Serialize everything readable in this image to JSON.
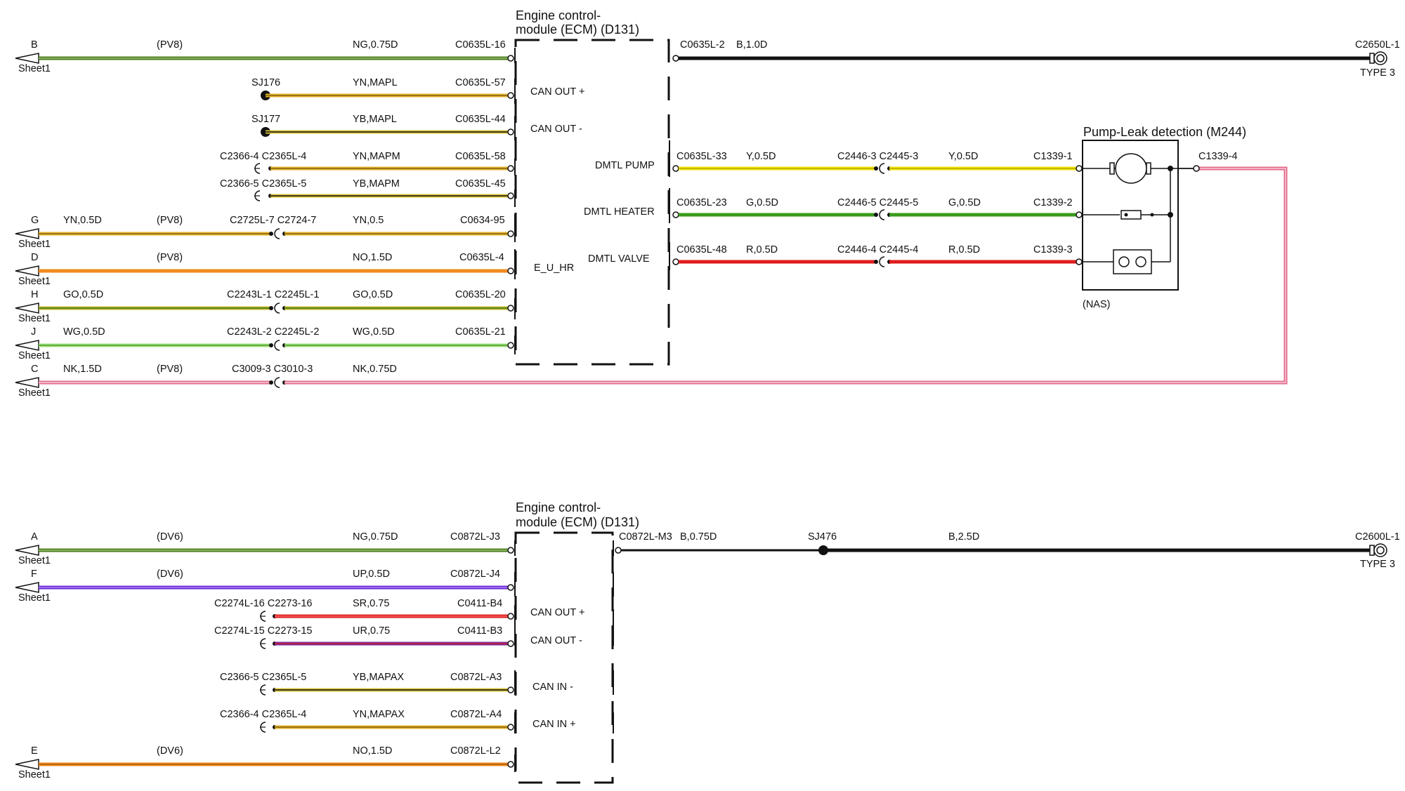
{
  "colors": {
    "black": "#111111",
    "green": "#3a9a1e",
    "dark_green": "#4f7a1f",
    "orange": "#f08a1c",
    "yellow": "#f2e600",
    "yellow_orange": "#e3b12c",
    "light_green": "#9fe07a",
    "pink": "#e06b8a",
    "red": "#e01b1b",
    "purple": "#6a2ad8",
    "violet": "#7a2a9a"
  },
  "ecm1": {
    "title_line1": "Engine control-",
    "title_line2": "module (ECM) (D131)",
    "pins": [
      "CAN OUT +",
      "CAN OUT -",
      "DMTL PUMP",
      "DMTL HEATER",
      "DMTL VALVE",
      "E_U_HR"
    ]
  },
  "ecm2": {
    "title_line1": "Engine control-",
    "title_line2": "module (ECM) (D131)",
    "pins": [
      "CAN OUT +",
      "CAN OUT -",
      "CAN IN -",
      "CAN IN +"
    ]
  },
  "pump": {
    "title": "Pump-Leak detection (M244)",
    "note": "(NAS)"
  },
  "sheet_label": "Sheet1",
  "type_label": "TYPE 3",
  "left_wires_top": [
    {
      "id": "B",
      "code": "",
      "option": "(PV8)",
      "mid_conn": "",
      "spec": "NG,0.75D",
      "ecm_pin": "C0635L-16"
    },
    {
      "id": "",
      "code": "",
      "option": "",
      "mid_conn": "SJ176",
      "spec": "YN,MAPL",
      "ecm_pin": "C0635L-57"
    },
    {
      "id": "",
      "code": "",
      "option": "",
      "mid_conn": "SJ177",
      "spec": "YB,MAPL",
      "ecm_pin": "C0635L-44"
    },
    {
      "id": "",
      "code": "",
      "option": "",
      "mid_conn": "C2366-4 C2365L-4",
      "spec": "YN,MAPM",
      "ecm_pin": "C0635L-58"
    },
    {
      "id": "",
      "code": "",
      "option": "",
      "mid_conn": "C2366-5 C2365L-5",
      "spec": "YB,MAPM",
      "ecm_pin": "C0635L-45"
    },
    {
      "id": "G",
      "code": "YN,0.5D",
      "option": "(PV8)",
      "mid_conn": "C2725L-7 C2724-7",
      "spec": "YN,0.5",
      "ecm_pin": "C0634-95"
    },
    {
      "id": "D",
      "code": "",
      "option": "(PV8)",
      "mid_conn": "",
      "spec": "NO,1.5D",
      "ecm_pin": "C0635L-4"
    },
    {
      "id": "H",
      "code": "GO,0.5D",
      "option": "",
      "mid_conn": "C2243L-1 C2245L-1",
      "spec": "GO,0.5D",
      "ecm_pin": "C0635L-20"
    },
    {
      "id": "J",
      "code": "WG,0.5D",
      "option": "",
      "mid_conn": "C2243L-2 C2245L-2",
      "spec": "WG,0.5D",
      "ecm_pin": "C0635L-21"
    },
    {
      "id": "C",
      "code": "NK,1.5D",
      "option": "(PV8)",
      "mid_conn": "C3009-3 C3010-3",
      "spec": "NK,0.75D",
      "ecm_pin": ""
    }
  ],
  "right_wires_top": [
    {
      "ecm_pin": "C0635L-2",
      "spec": "B,1.0D",
      "mid_conn": "",
      "spec2": "",
      "end_pin": "C2650L-1"
    },
    {
      "ecm_pin": "C0635L-33",
      "spec": "Y,0.5D",
      "mid_conn": "C2446-3 C2445-3",
      "spec2": "Y,0.5D",
      "end_pin": "C1339-1"
    },
    {
      "ecm_pin": "C0635L-23",
      "spec": "G,0.5D",
      "mid_conn": "C2446-5 C2445-5",
      "spec2": "G,0.5D",
      "end_pin": "C1339-2"
    },
    {
      "ecm_pin": "C0635L-48",
      "spec": "R,0.5D",
      "mid_conn": "C2446-4 C2445-4",
      "spec2": "R,0.5D",
      "end_pin": "C1339-3"
    },
    {
      "ecm_pin": "",
      "spec": "",
      "mid_conn": "",
      "spec2": "",
      "end_pin": "C1339-4"
    }
  ],
  "left_wires_bottom": [
    {
      "id": "A",
      "option": "(DV6)",
      "mid_conn": "",
      "spec": "NG,0.75D",
      "ecm_pin": "C0872L-J3"
    },
    {
      "id": "F",
      "option": "(DV6)",
      "mid_conn": "",
      "spec": "UP,0.5D",
      "ecm_pin": "C0872L-J4"
    },
    {
      "id": "",
      "option": "",
      "mid_conn": "C2274L-16 C2273-16",
      "spec": "SR,0.75",
      "ecm_pin": "C0411-B4"
    },
    {
      "id": "",
      "option": "",
      "mid_conn": "C2274L-15 C2273-15",
      "spec": "UR,0.75",
      "ecm_pin": "C0411-B3"
    },
    {
      "id": "",
      "option": "",
      "mid_conn": "C2366-5 C2365L-5",
      "spec": "YB,MAPAX",
      "ecm_pin": "C0872L-A3"
    },
    {
      "id": "",
      "option": "",
      "mid_conn": "C2366-4 C2365L-4",
      "spec": "YN,MAPAX",
      "ecm_pin": "C0872L-A4"
    },
    {
      "id": "E",
      "option": "(DV6)",
      "mid_conn": "",
      "spec": "NO,1.5D",
      "ecm_pin": "C0872L-L2"
    }
  ],
  "right_wire_bottom": {
    "ecm_pin": "C0872L-M3",
    "spec": "B,0.75D",
    "splice": "SJ476",
    "spec2": "B,2.5D",
    "end_pin": "C2600L-1"
  }
}
